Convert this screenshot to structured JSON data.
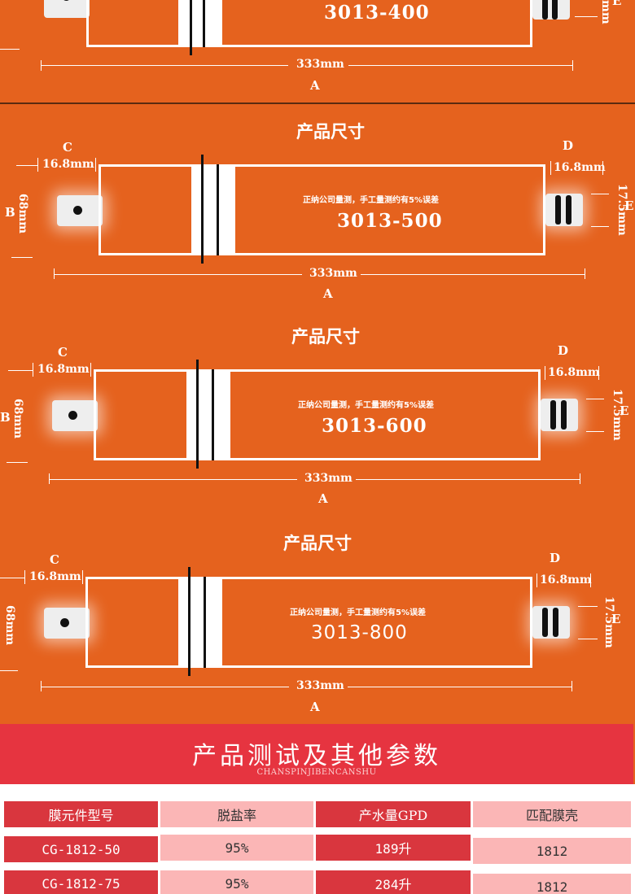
{
  "sections": [
    {
      "title": "",
      "notice": "",
      "model": "3013-400",
      "left_len": "",
      "right_len": "",
      "length": "333mm",
      "dia": "",
      "port": "mm",
      "labels": {
        "A": "A",
        "B": "",
        "C": "",
        "D": "",
        "E": "E"
      }
    },
    {
      "title": "产品尺寸",
      "notice": "正纳公司量测，手工量测约有5%误差",
      "model": "3013-500",
      "left_len": "16.8mm",
      "right_len": "16.8mm",
      "length": "333mm",
      "dia": "68mm",
      "port": "17.5mm",
      "labels": {
        "A": "A",
        "B": "B",
        "C": "C",
        "D": "D",
        "E": "E"
      }
    },
    {
      "title": "产品尺寸",
      "notice": "正纳公司量测，手工量测约有5%误差",
      "model": "3013-600",
      "left_len": "16.8mm",
      "right_len": "16.8mm",
      "length": "333mm",
      "dia": "68mm",
      "port": "17.5mm",
      "labels": {
        "A": "A",
        "B": "B",
        "C": "C",
        "D": "D",
        "E": "E"
      }
    },
    {
      "title": "产品尺寸",
      "notice": "正纳公司量测，手工量测约有5%误差",
      "model": "3013-800",
      "left_len": "16.8mm",
      "right_len": "16.8mm",
      "length": "333mm",
      "dia": "68mm",
      "port": "17.5mm",
      "labels": {
        "A": "A",
        "B": "",
        "C": "C",
        "D": "D",
        "E": "E"
      }
    }
  ],
  "test": {
    "title": "产品测试及其他参数",
    "subtitle": "CHANSPINJIBENCANSHU",
    "headers": [
      "膜元件型号",
      "脱盐率",
      "产水量GPD",
      "匹配膜壳"
    ],
    "rows": [
      [
        "CG-1812-50",
        "95%",
        "189升",
        "1812"
      ],
      [
        "CG-1812-75",
        "95%",
        "284升",
        "1812"
      ]
    ]
  },
  "colors": {
    "background": "#e5621e",
    "header_red": "#e63440",
    "cell_dark": "#d9363e",
    "cell_light": "#fbb6b6"
  }
}
